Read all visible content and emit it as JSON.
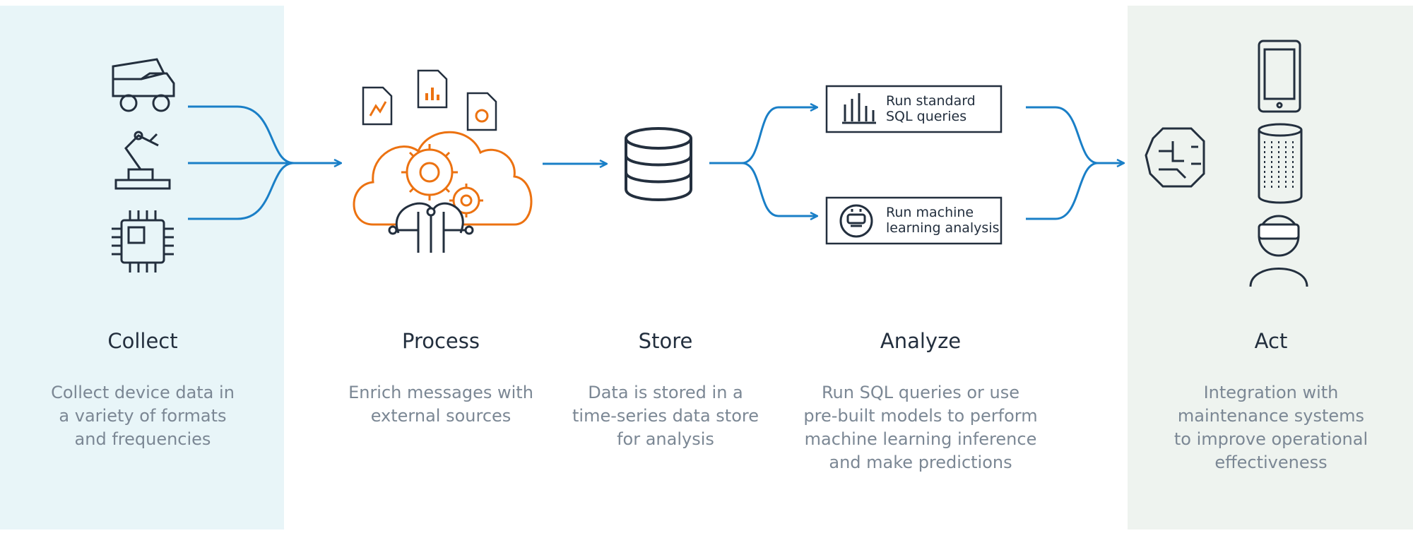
{
  "stages": [
    {
      "title": "Collect",
      "description": [
        "Collect device data in",
        "a variety of formats",
        "and frequencies"
      ]
    },
    {
      "title": "Process",
      "description": [
        "Enrich messages with",
        "external sources"
      ]
    },
    {
      "title": "Store",
      "description": [
        "Data is stored in a",
        "time-series data store",
        "for analysis"
      ]
    },
    {
      "title": "Analyze",
      "description": [
        "Run SQL queries or use",
        "pre-built models to perform",
        "machine learning inference",
        "and make predictions"
      ]
    },
    {
      "title": "Act",
      "description": [
        "Integration with",
        "maintenance systems",
        "to improve operational",
        "effectiveness"
      ]
    }
  ],
  "analyze_boxes": [
    {
      "label": [
        "Run standard",
        "SQL queries"
      ],
      "icon": "bar-chart-icon"
    },
    {
      "label": [
        "Run machine",
        "learning analysis"
      ],
      "icon": "robot-face-icon"
    }
  ],
  "icons": {
    "collect": [
      "dump-truck-icon",
      "robot-arm-icon",
      "microchip-icon"
    ],
    "process": [
      "document-chart-icon",
      "cloud-gears-icon",
      "circuit-tree-icon"
    ],
    "store": [
      "database-icon"
    ],
    "act": [
      "brain-icon",
      "smartphone-icon",
      "smart-speaker-icon",
      "vr-user-icon"
    ]
  },
  "colors": {
    "arrow": "#1a7fc7",
    "accent": "#ec7211",
    "ink": "#232f3e",
    "muted": "#7b8794"
  }
}
